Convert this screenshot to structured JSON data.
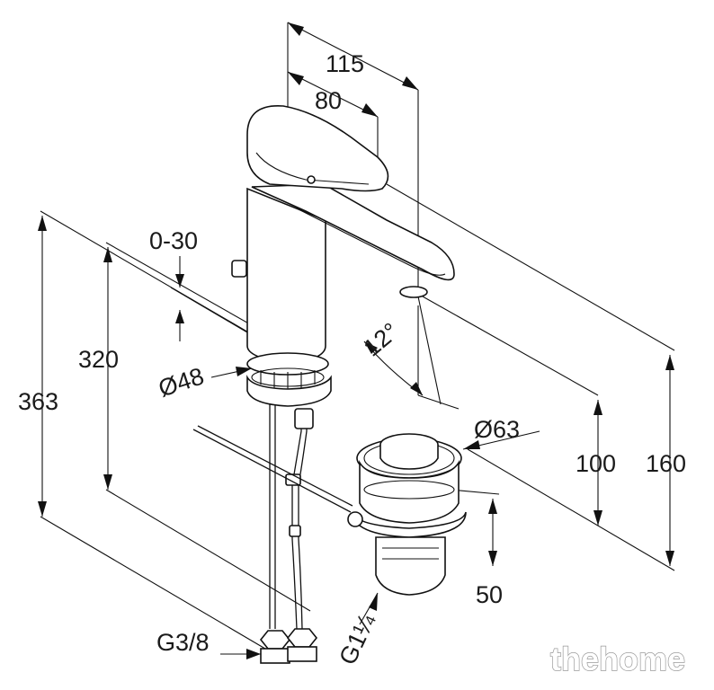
{
  "dimensions": {
    "width_overall": "115",
    "width_spout": "80",
    "lever_range": "0-30",
    "depth_320": "320",
    "depth_363": "363",
    "base_diameter": "Ø48",
    "angle": "12°",
    "waste_diameter": "Ø63",
    "height_100": "100",
    "height_160": "160",
    "waste_height": "50",
    "connection_hose": "G3/8",
    "connection_waste": "G1¼"
  },
  "watermark": "thehome"
}
